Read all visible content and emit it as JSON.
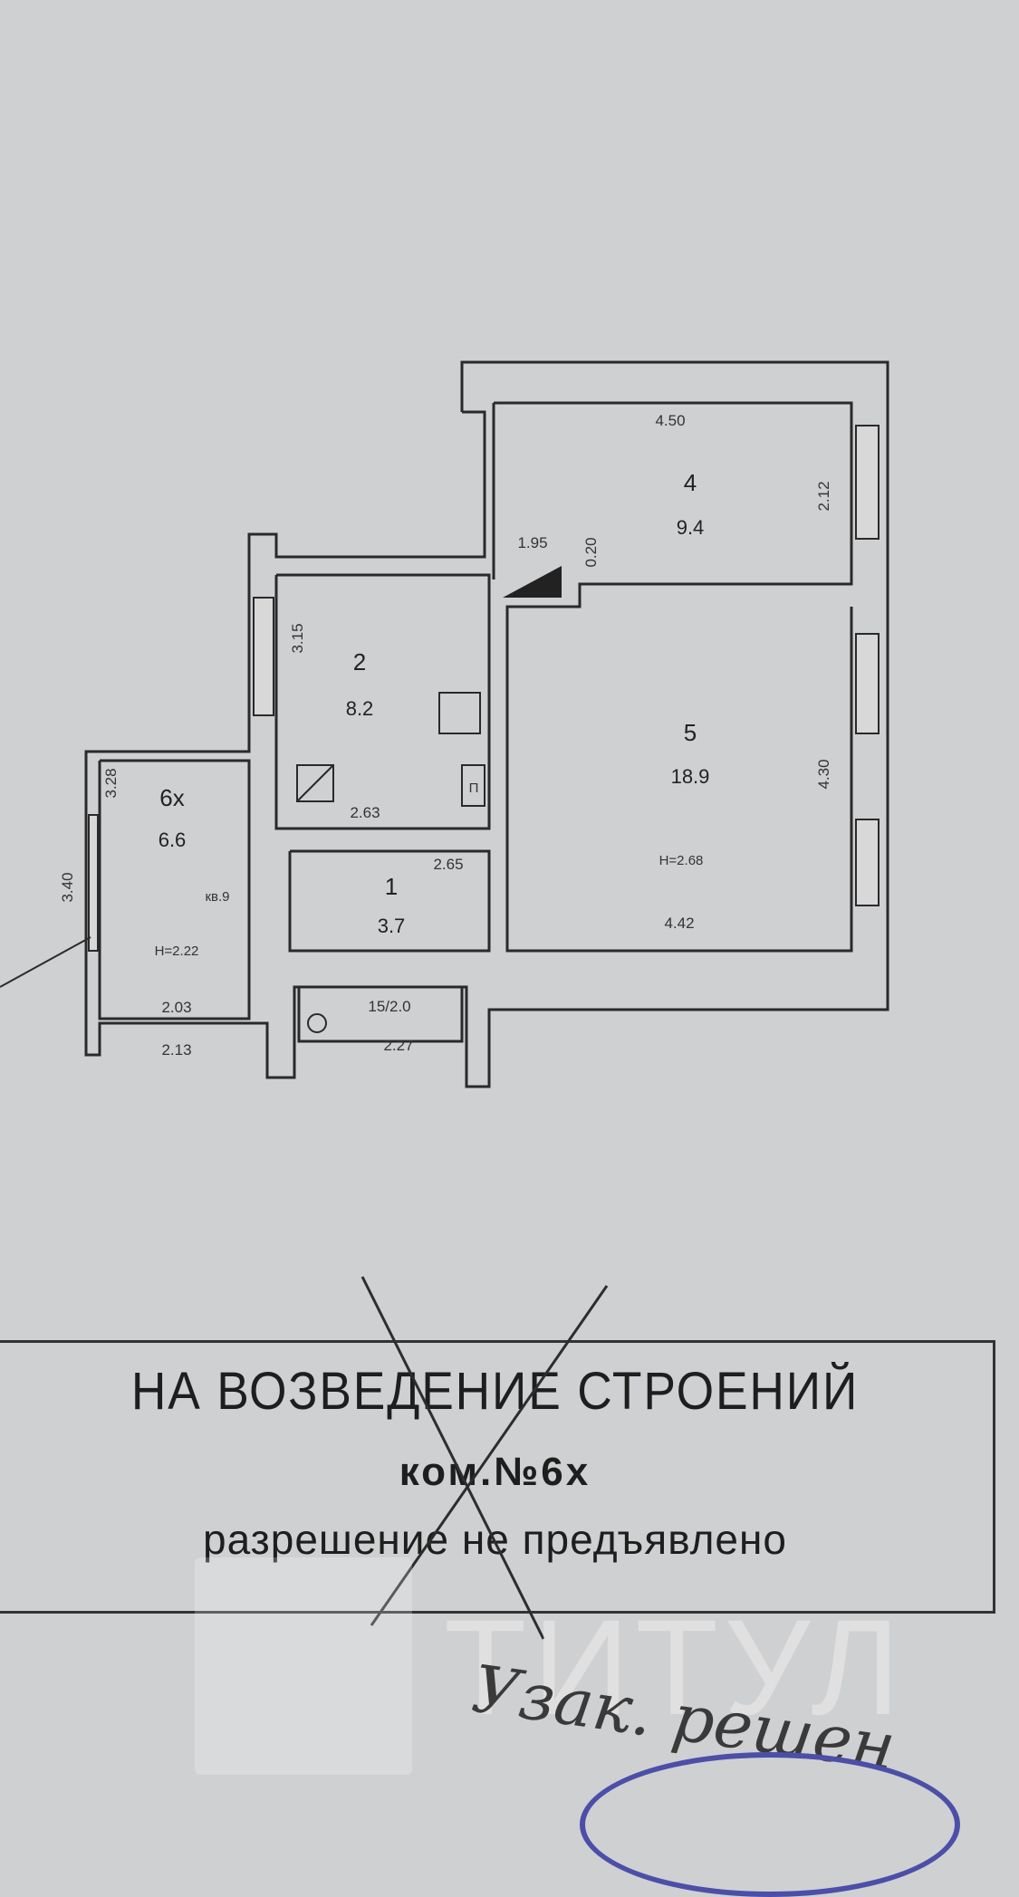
{
  "plan": {
    "rooms": [
      {
        "number": "4",
        "area": "9.4"
      },
      {
        "number": "2",
        "area": "8.2"
      },
      {
        "number": "5",
        "area": "18.9"
      },
      {
        "number": "6х",
        "area": "6.6"
      },
      {
        "number": "1",
        "area": "3.7"
      }
    ],
    "dimensions": [
      "4.50",
      "2.12",
      "1.95",
      "0.20",
      "3.15",
      "4.30",
      "3.28",
      "3.40",
      "2.63",
      "2.65",
      "4.42",
      "2.03",
      "2.13",
      "2.27",
      "15/2.0"
    ],
    "heights": [
      "Н=2.68",
      "Н=2.22"
    ],
    "labels": {
      "kv": "кв.9",
      "fixture": "П"
    }
  },
  "notice": {
    "line1": "НА ВОЗВЕДЕНИЕ СТРОЕНИЙ",
    "line2": "ком.№6х",
    "line3": "разрешение  не предъявлено"
  },
  "watermark": "ТИТУЛ",
  "handwriting": "Узак. решен"
}
